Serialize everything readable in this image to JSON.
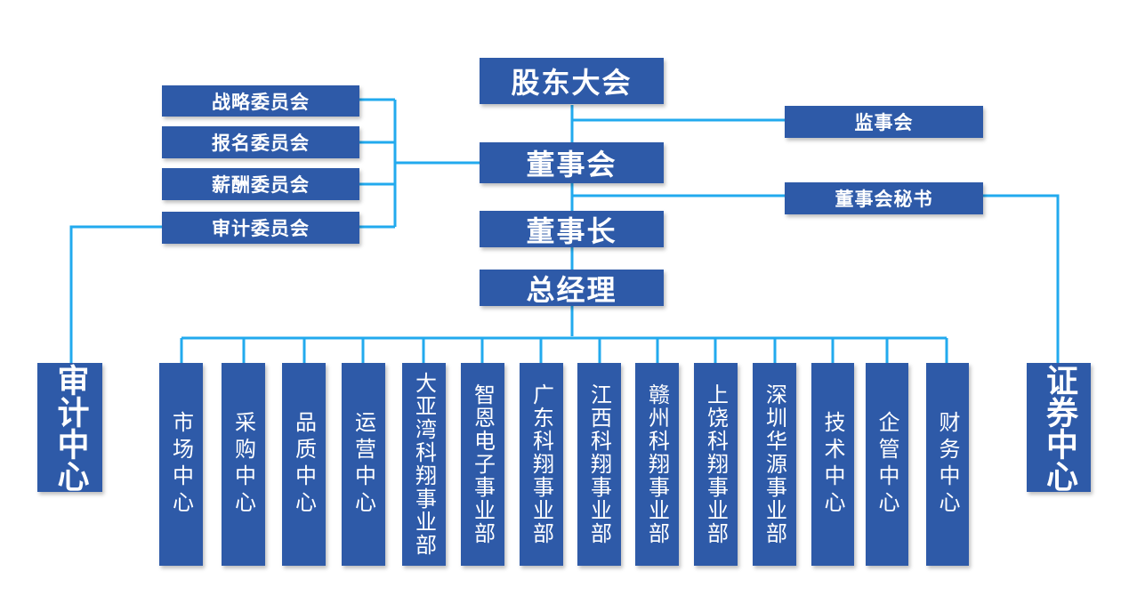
{
  "top": {
    "shareholders": "股东大会",
    "supervisors": "监事会",
    "board": "董事会",
    "secretary": "董事会秘书",
    "chairman": "董事长",
    "general_manager": "总经理"
  },
  "committees": [
    {
      "label": "战略委员会"
    },
    {
      "label": "报名委员会"
    },
    {
      "label": "薪酬委员会"
    },
    {
      "label": "审计委员会"
    }
  ],
  "side": {
    "audit_center": "审计中心",
    "securities_center": "证券中心"
  },
  "departments": [
    {
      "label": "市场中心"
    },
    {
      "label": "采购中心"
    },
    {
      "label": "品质中心"
    },
    {
      "label": "运营中心"
    },
    {
      "label": "大亚湾科翔事业部"
    },
    {
      "label": "智恩电子事业部"
    },
    {
      "label": "广东科翔事业部"
    },
    {
      "label": "江西科翔事业部"
    },
    {
      "label": "赣州科翔事业部"
    },
    {
      "label": "上饶科翔事业部"
    },
    {
      "label": "深圳华源事业部"
    },
    {
      "label": "技术中心"
    },
    {
      "label": "企管中心"
    },
    {
      "label": "财务中心"
    }
  ],
  "colors": {
    "box": "#2e5aa8",
    "line": "#22aaee",
    "text": "#ffffff"
  }
}
